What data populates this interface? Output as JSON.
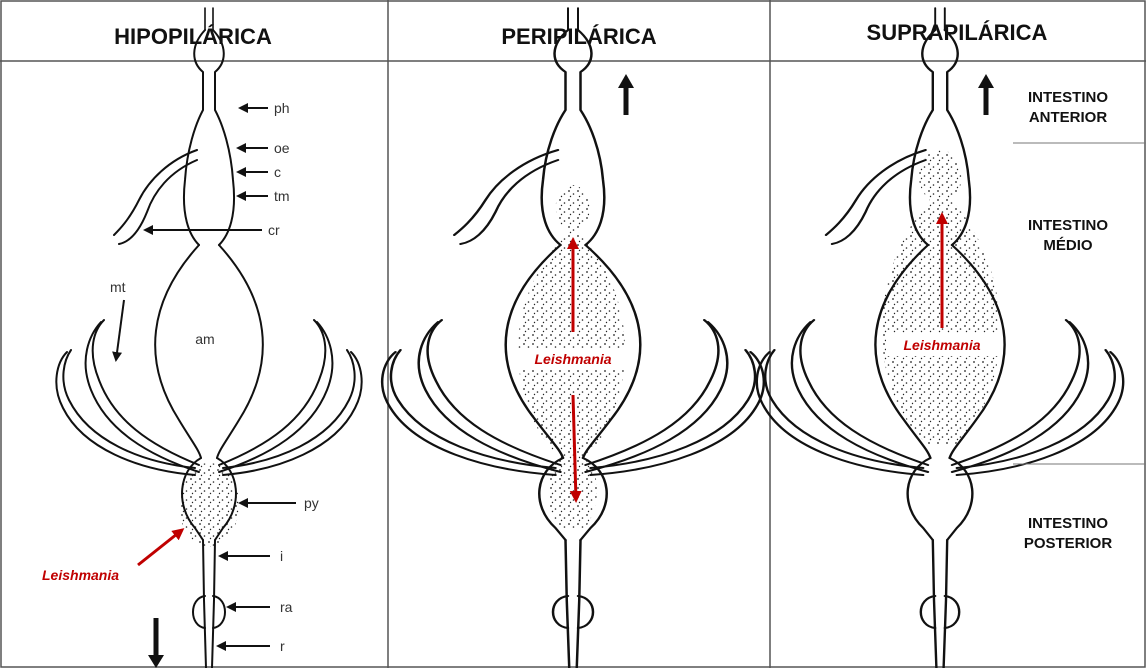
{
  "headers": {
    "hipopilarica": "HIPOPILÁRICA",
    "peripilarica": "PERIPILÁRICA",
    "suprapilarica": "SUPRAPILÁRICA"
  },
  "anatomy_labels": {
    "ph": "ph",
    "oe": "oe",
    "c": "c",
    "tm": "tm",
    "cr": "cr",
    "mt": "mt",
    "am": "am",
    "py": "py",
    "i": "i",
    "ra": "ra",
    "r": "r"
  },
  "parasite_labels": {
    "panel1": "Leishmania",
    "panel2": "Leishmania",
    "panel3": "Leishmania"
  },
  "regions": {
    "anterior_line1": "INTESTINO",
    "anterior_line2": "ANTERIOR",
    "medio_line1": "INTESTINO",
    "medio_line2": "MÉDIO",
    "posterior_line1": "INTESTINO",
    "posterior_line2": "POSTERIOR"
  },
  "colors": {
    "border": "#555555",
    "arrow_black": "#111111",
    "arrow_red": "#c00000",
    "label_red": "#c00000"
  }
}
